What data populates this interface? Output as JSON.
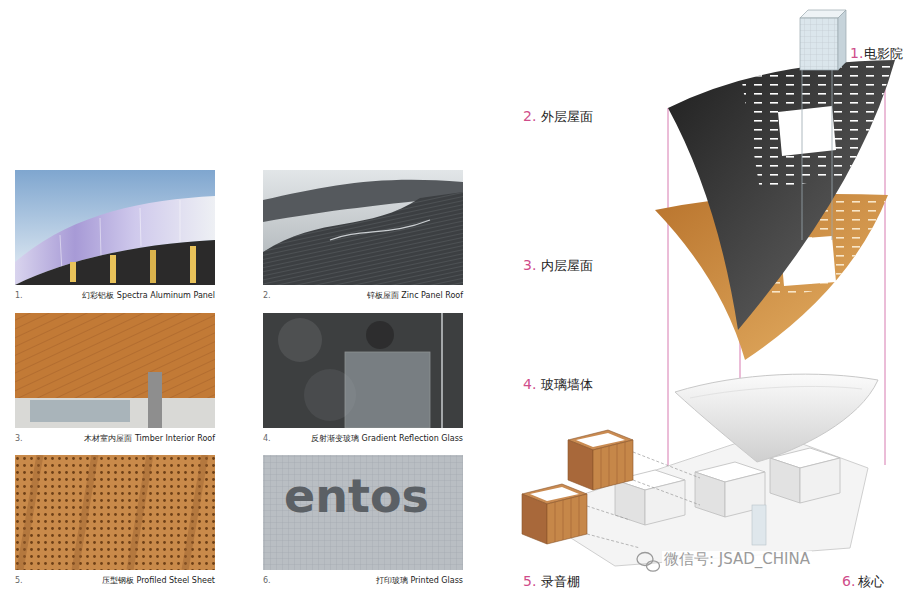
{
  "diagram": {
    "nodes": [
      {
        "text": [
          "1.",
          "幻彩铝板 Spectra Aluminum Panel"
        ]
      },
      {
        "text": [
          "2.",
          "锌板屋面 Zinc Panel Roof"
        ]
      },
      {
        "text": [
          "3.",
          "木材室内屋面 Timber Interior Roof"
        ]
      },
      {
        "text": [
          "4.",
          "反射渐变玻璃 Gradient Reflection Glass"
        ]
      },
      {
        "text": [
          "5.",
          "压型钢板 Profiled Steel Sheet"
        ]
      },
      {
        "text": [
          "6.",
          "打印玻璃 Printed Glass"
        ]
      }
    ],
    "labels": [
      "1.",
      "电影院",
      "2.",
      "外层屋面",
      "3.",
      "内层屋面",
      "4.",
      "玻璃墙体",
      "5.",
      "录音棚",
      "6.",
      "核心",
      "entos",
      "微信号: JSAD_CHINA"
    ]
  }
}
